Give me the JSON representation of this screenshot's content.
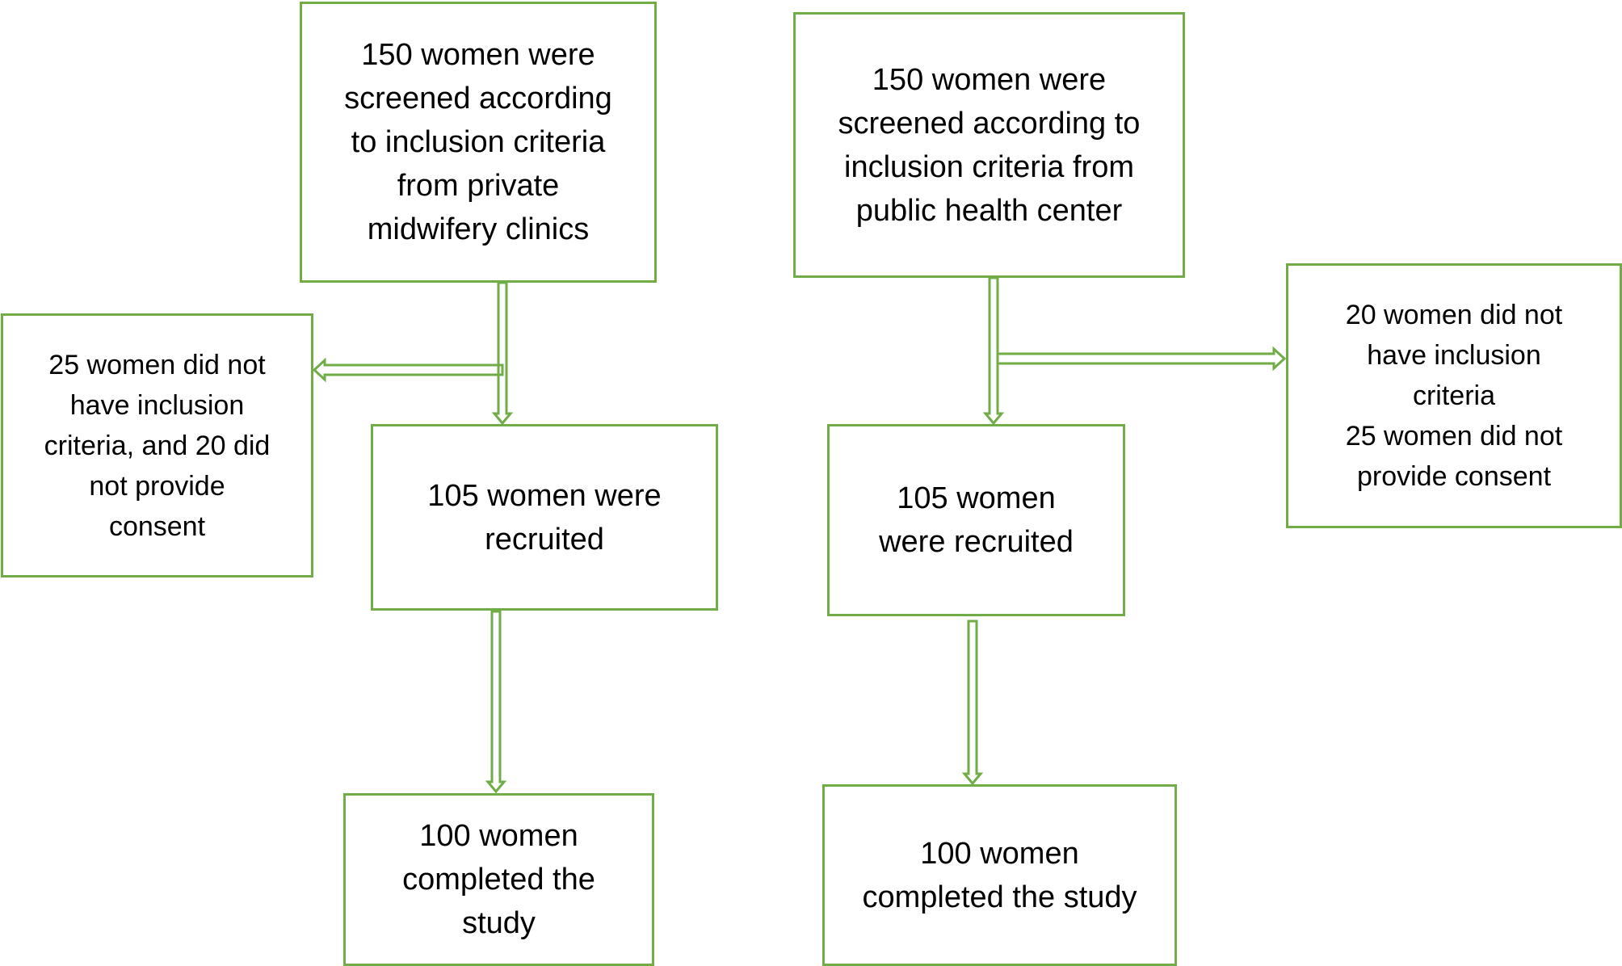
{
  "diagram": {
    "colors": {
      "border": "#70ad47",
      "arrow": "#70ad47",
      "text": "#000000",
      "background": "#ffffff"
    },
    "boxes": {
      "screen_private": "150 women were\nscreened according\nto inclusion criteria\nfrom private\nmidwifery clinics",
      "screen_public": "150 women were\nscreened according to\ninclusion criteria from\npublic health center",
      "excluded_private": "25 women did not\nhave inclusion\ncriteria, and 20 did\nnot provide\nconsent",
      "excluded_public": "20 women did not\nhave inclusion\ncriteria\n25 women did not\nprovide consent",
      "recruited_private": "105 women were\nrecruited",
      "recruited_public": "105 women\nwere recruited",
      "completed_private": "100 women\ncompleted the\nstudy",
      "completed_public": "100 women\ncompleted the study"
    },
    "edges": [
      {
        "from": "screen_private",
        "to": "recruited_private"
      },
      {
        "from": "screen_private",
        "to": "excluded_private"
      },
      {
        "from": "recruited_private",
        "to": "completed_private"
      },
      {
        "from": "screen_public",
        "to": "recruited_public"
      },
      {
        "from": "screen_public",
        "to": "excluded_public"
      },
      {
        "from": "recruited_public",
        "to": "completed_public"
      }
    ]
  }
}
